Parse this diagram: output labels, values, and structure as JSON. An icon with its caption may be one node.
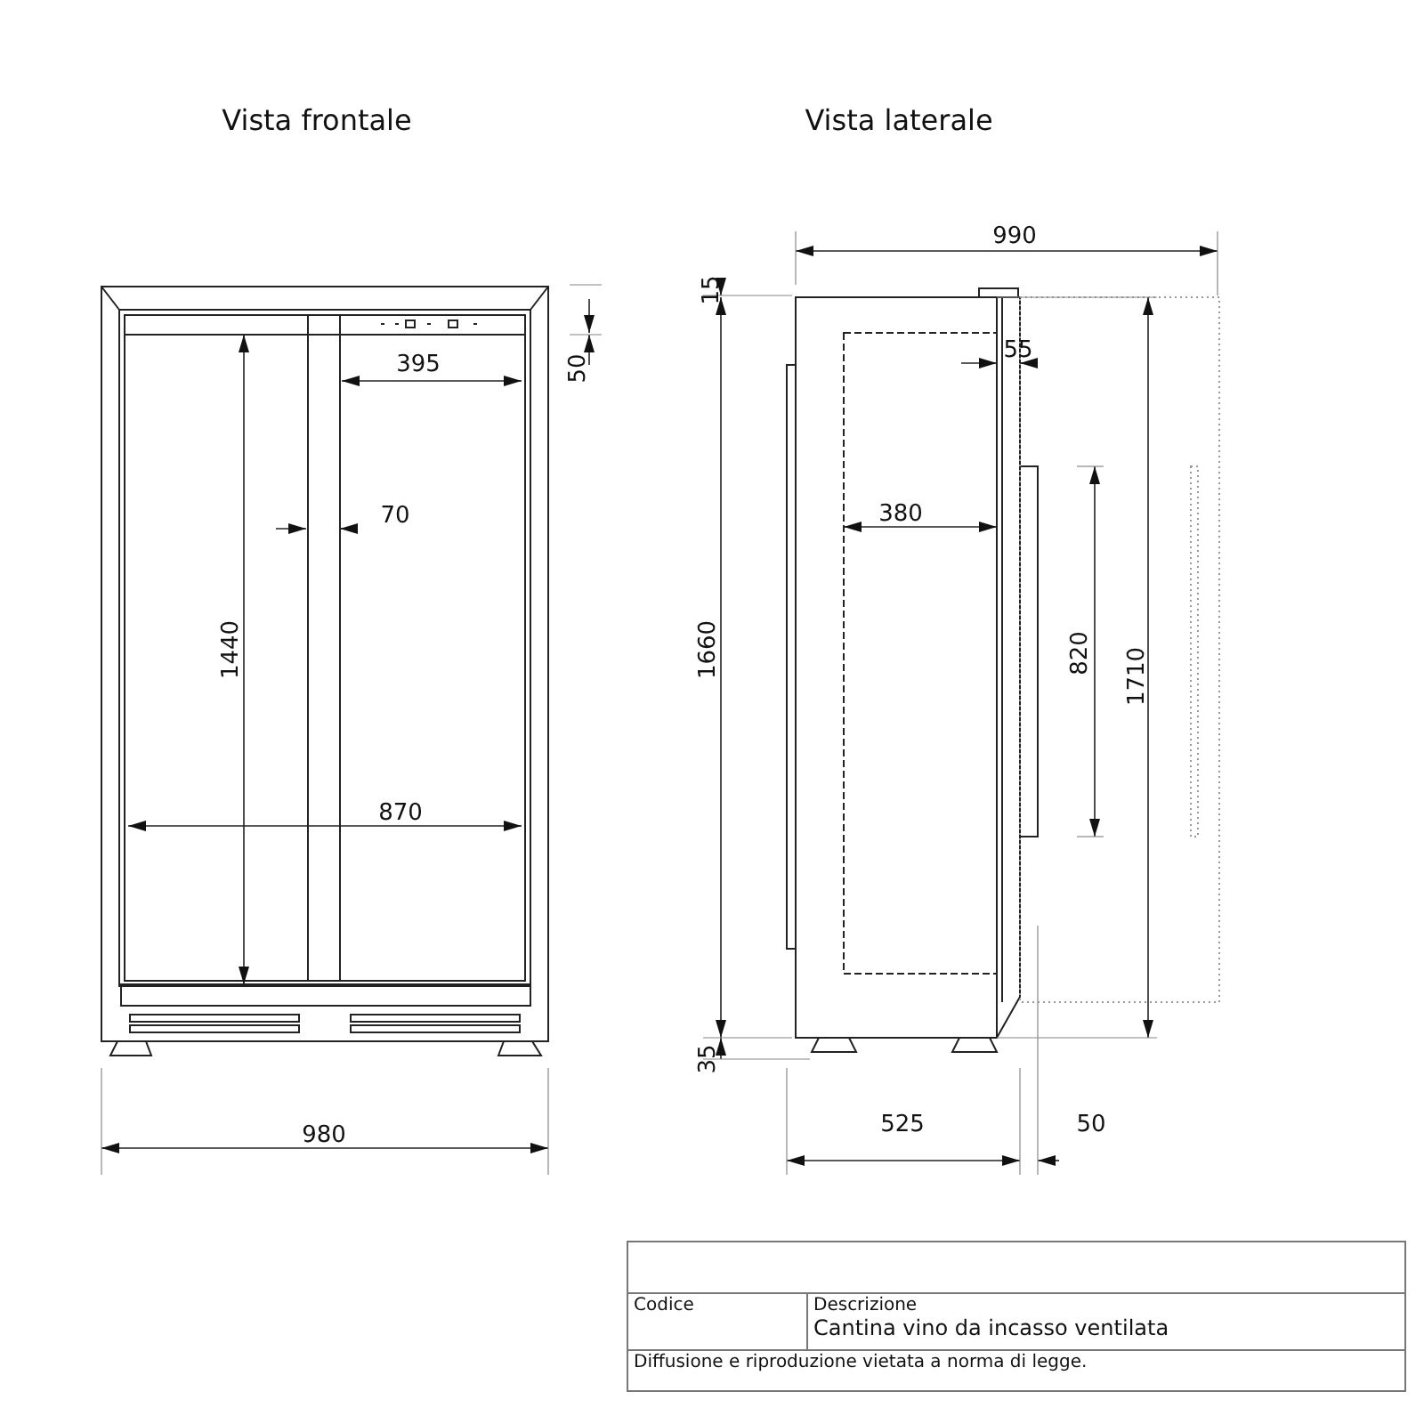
{
  "diagram": {
    "labels": [
      "Vista frontale",
      "Vista laterale",
      "990",
      "15",
      "395",
      "50",
      "55",
      "70",
      "380",
      "1440",
      "1660",
      "820",
      "1710",
      "870",
      "35",
      "980",
      "525",
      "50",
      "Codice",
      "Descrizione",
      "Cantina vino da incasso ventilata",
      "Diffusione e riproduzione vietata a norma di legge."
    ]
  }
}
